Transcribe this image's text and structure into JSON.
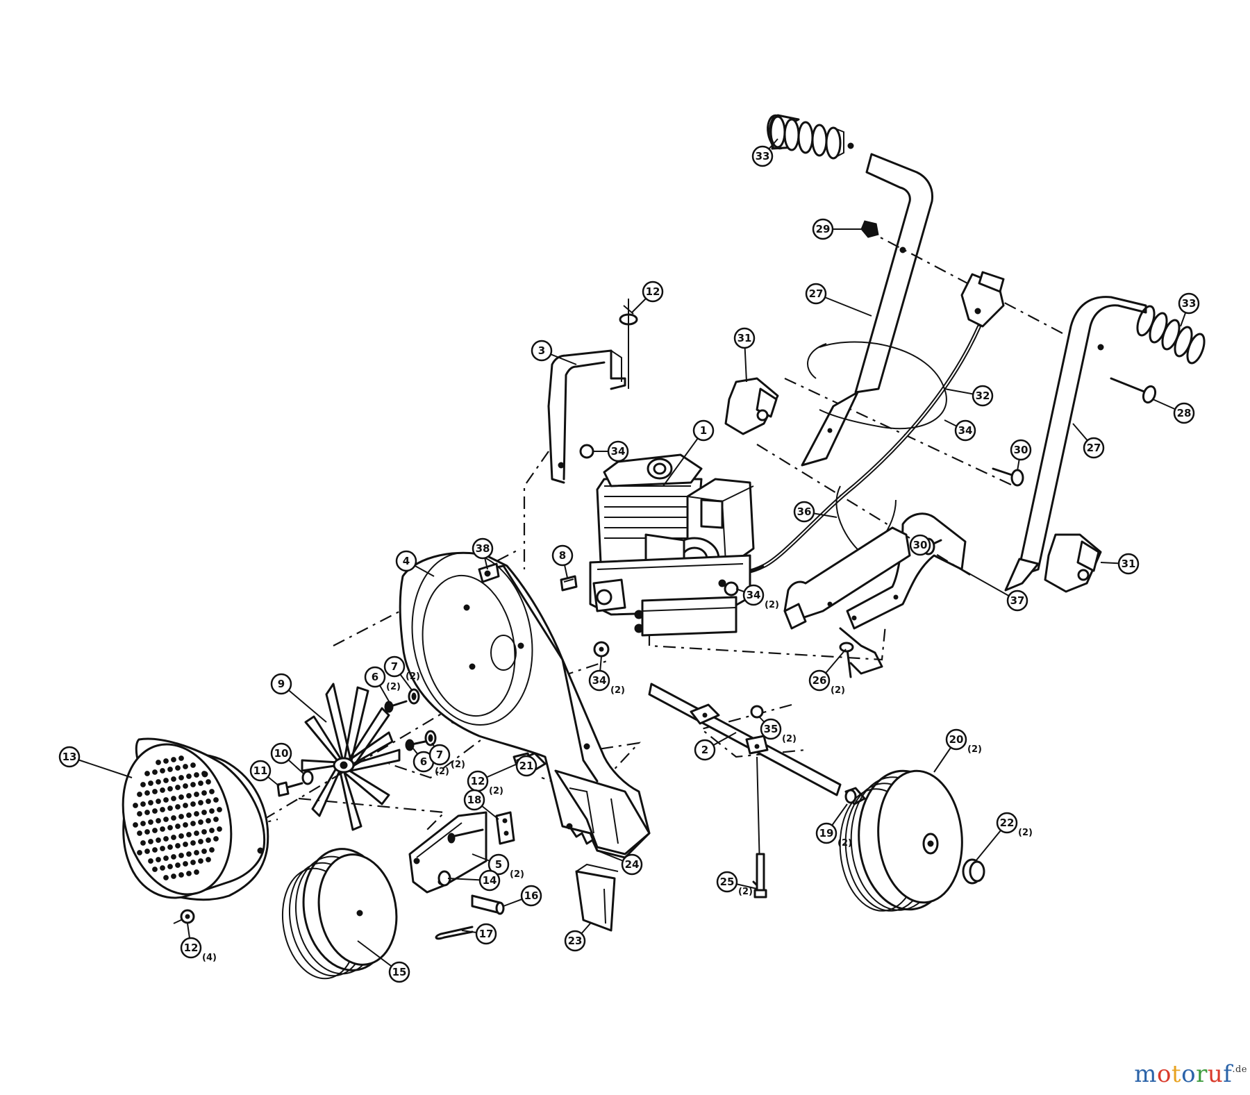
{
  "watermark": {
    "letters": [
      {
        "ch": "m",
        "color": "#2b63a8"
      },
      {
        "ch": "o",
        "color": "#d93a2b"
      },
      {
        "ch": "t",
        "color": "#e8a322"
      },
      {
        "ch": "o",
        "color": "#2b63a8"
      },
      {
        "ch": "r",
        "color": "#3c9b3c"
      },
      {
        "ch": "u",
        "color": "#d93a2b"
      },
      {
        "ch": "f",
        "color": "#2b63a8"
      }
    ],
    "suffix": ".de"
  },
  "callouts": [
    {
      "id": "c1",
      "label": "1",
      "qty": ""
    },
    {
      "id": "c2",
      "label": "2",
      "qty": ""
    },
    {
      "id": "c3",
      "label": "3",
      "qty": ""
    },
    {
      "id": "c4",
      "label": "4",
      "qty": ""
    },
    {
      "id": "c5",
      "label": "5",
      "qty": "(2)"
    },
    {
      "id": "c6a",
      "label": "6",
      "qty": "(2)"
    },
    {
      "id": "c6b",
      "label": "6",
      "qty": "(2)"
    },
    {
      "id": "c7a",
      "label": "7",
      "qty": "(2)"
    },
    {
      "id": "c7b",
      "label": "7",
      "qty": "(2)"
    },
    {
      "id": "c8",
      "label": "8",
      "qty": ""
    },
    {
      "id": "c9",
      "label": "9",
      "qty": ""
    },
    {
      "id": "c10",
      "label": "10",
      "qty": ""
    },
    {
      "id": "c11",
      "label": "11",
      "qty": ""
    },
    {
      "id": "c12a",
      "label": "12",
      "qty": ""
    },
    {
      "id": "c12b",
      "label": "12",
      "qty": "(2)"
    },
    {
      "id": "c12c",
      "label": "12",
      "qty": "(4)"
    },
    {
      "id": "c13",
      "label": "13",
      "qty": ""
    },
    {
      "id": "c14",
      "label": "14",
      "qty": ""
    },
    {
      "id": "c15",
      "label": "15",
      "qty": ""
    },
    {
      "id": "c16",
      "label": "16",
      "qty": ""
    },
    {
      "id": "c17",
      "label": "17",
      "qty": ""
    },
    {
      "id": "c18",
      "label": "18",
      "qty": ""
    },
    {
      "id": "c19",
      "label": "19",
      "qty": "(2)"
    },
    {
      "id": "c20",
      "label": "20",
      "qty": "(2)"
    },
    {
      "id": "c21",
      "label": "21",
      "qty": ""
    },
    {
      "id": "c22",
      "label": "22",
      "qty": "(2)"
    },
    {
      "id": "c23",
      "label": "23",
      "qty": ""
    },
    {
      "id": "c24",
      "label": "24",
      "qty": ""
    },
    {
      "id": "c25",
      "label": "25",
      "qty": "(2)"
    },
    {
      "id": "c26",
      "label": "26",
      "qty": "(2)"
    },
    {
      "id": "c27a",
      "label": "27",
      "qty": ""
    },
    {
      "id": "c27b",
      "label": "27",
      "qty": ""
    },
    {
      "id": "c28",
      "label": "28",
      "qty": ""
    },
    {
      "id": "c29",
      "label": "29",
      "qty": ""
    },
    {
      "id": "c30a",
      "label": "30",
      "qty": ""
    },
    {
      "id": "c30b",
      "label": "30",
      "qty": ""
    },
    {
      "id": "c31a",
      "label": "31",
      "qty": ""
    },
    {
      "id": "c31b",
      "label": "31",
      "qty": ""
    },
    {
      "id": "c32",
      "label": "32",
      "qty": ""
    },
    {
      "id": "c33a",
      "label": "33",
      "qty": ""
    },
    {
      "id": "c33b",
      "label": "33",
      "qty": ""
    },
    {
      "id": "c34a",
      "label": "34",
      "qty": ""
    },
    {
      "id": "c34b",
      "label": "34",
      "qty": ""
    },
    {
      "id": "c34c",
      "label": "34",
      "qty": "(2)"
    },
    {
      "id": "c34d",
      "label": "34",
      "qty": "(2)"
    },
    {
      "id": "c35",
      "label": "35",
      "qty": "(2)"
    },
    {
      "id": "c36",
      "label": "36",
      "qty": ""
    },
    {
      "id": "c37",
      "label": "37",
      "qty": ""
    },
    {
      "id": "c38",
      "label": "38",
      "qty": ""
    }
  ]
}
